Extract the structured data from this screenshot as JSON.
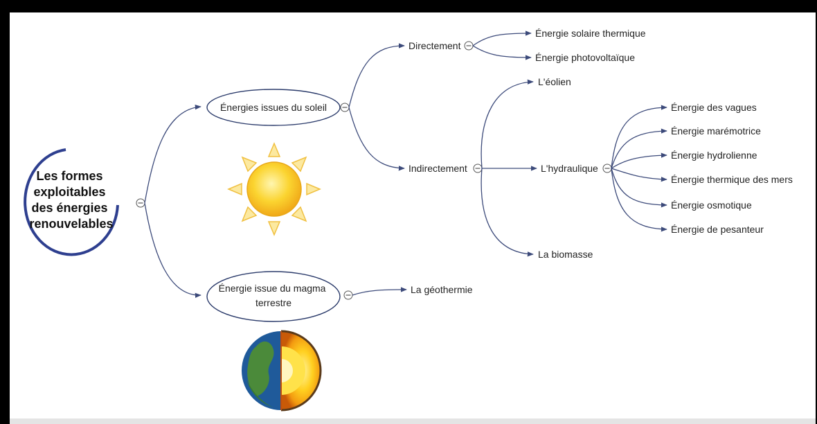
{
  "root": {
    "lines": [
      "Les formes",
      "exploitables",
      "des énergies",
      "renouvelables"
    ]
  },
  "branches": {
    "soleil": "Énergies issues du soleil",
    "magma": [
      "Énergie issue du magma",
      "terrestre"
    ]
  },
  "soleil_children": {
    "direct": "Directement",
    "indirect": "Indirectement"
  },
  "direct_children": [
    "Énergie solaire thermique",
    "Énergie photovoltaïque"
  ],
  "indirect_children": {
    "eolien": "L'éolien",
    "hydraulique": "L'hydraulique",
    "biomasse": "La biomasse"
  },
  "hydraulique_children": [
    "Énergie des vagues",
    "Énergie marémotrice",
    "Énergie hydrolienne",
    "Énergie thermique des mers",
    "Énergie osmotique",
    "Énergie de pesanteur"
  ],
  "magma_children": [
    "La géothermie"
  ],
  "icons": {
    "sun": "sun-icon",
    "earth": "earth-core-icon",
    "collapse": "collapse-icon"
  },
  "colors": {
    "frame": "#000000",
    "edge": "#3c4a7a",
    "root_ring": "#2e3f8f",
    "sun": "#f6c21c"
  }
}
